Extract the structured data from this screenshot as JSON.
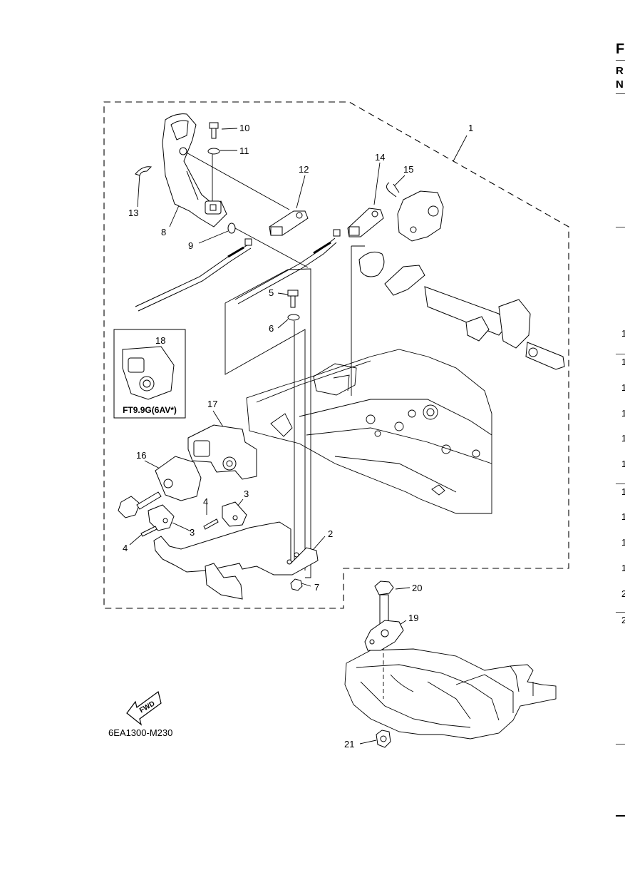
{
  "edge": {
    "header_letter": "F",
    "sub_letters": [
      "R",
      "N"
    ],
    "row_fragments": [
      "1",
      "1",
      "1",
      "1",
      "1",
      "1",
      "1",
      "1",
      "1",
      "1",
      "2",
      "2"
    ]
  },
  "diagram": {
    "callouts": [
      "1",
      "2",
      "3",
      "3",
      "4",
      "4",
      "5",
      "6",
      "7",
      "8",
      "9",
      "10",
      "11",
      "12",
      "13",
      "14",
      "15",
      "16",
      "17",
      "18",
      "19",
      "20",
      "21"
    ],
    "variant_label": "FT9.9G(6AV*)",
    "fwd_label": "FWD",
    "drawing_code": "6EA1300-M230"
  },
  "icons": [
    "fwd-arrow-icon"
  ]
}
